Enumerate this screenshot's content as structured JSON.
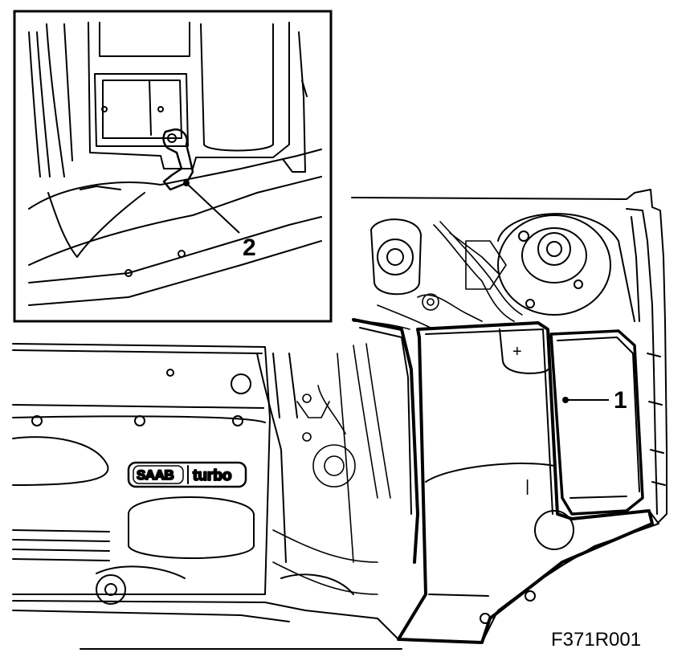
{
  "figure": {
    "id_label": "F371R001",
    "callouts": [
      {
        "number": "1",
        "part": "fuse-box-cover"
      },
      {
        "number": "2",
        "part": "connector"
      }
    ],
    "logo": {
      "left": "SAAB",
      "right": "turbo"
    },
    "battery_symbols": {
      "plus": "+",
      "minus": "|"
    }
  }
}
